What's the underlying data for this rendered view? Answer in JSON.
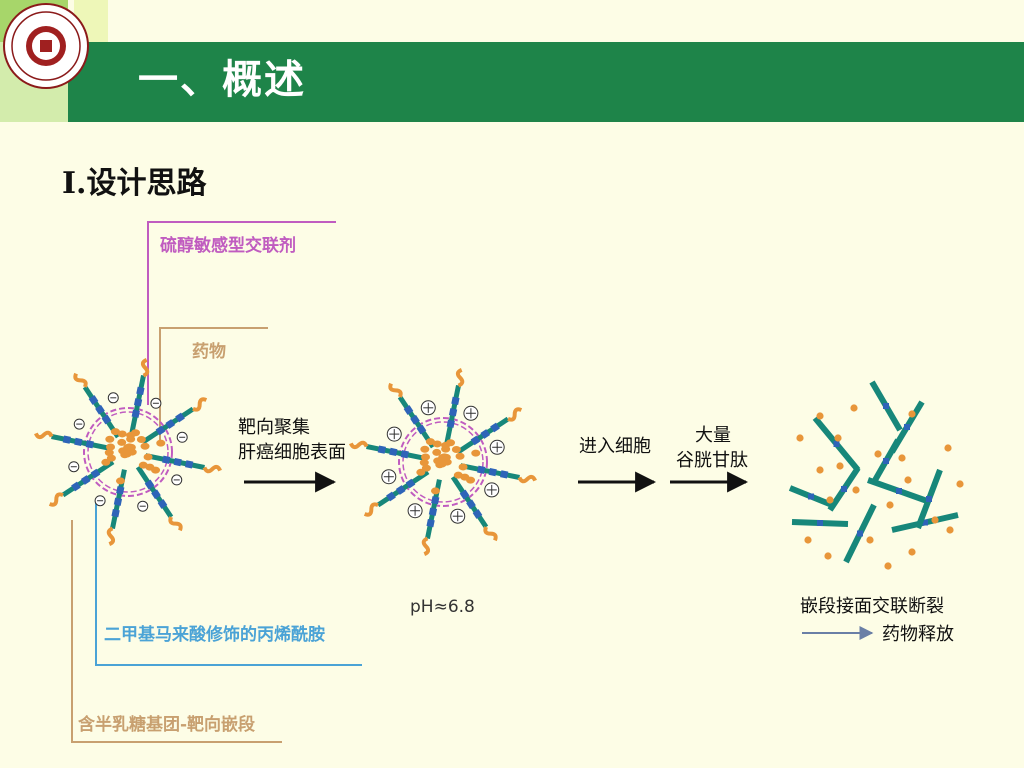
{
  "header": {
    "title": "一、概述"
  },
  "section": {
    "heading": "Ⅰ.设计思路"
  },
  "labels": {
    "crosslinker": "硫醇敏感型交联剂",
    "drug": "药物",
    "dmma": "二甲基马来酸修饰的丙烯酰胺",
    "galactose": "含半乳糖基团-靶向嵌段",
    "step1_line1": "靶向聚集",
    "step1_line2": "肝癌细胞表面",
    "ph": "pH≈6.8",
    "step2": "进入细胞",
    "step3_line1": "大量",
    "step3_line2": "谷胱甘肽",
    "release_line1": "嵌段接面交联断裂",
    "release_line2": "药物释放"
  },
  "colors": {
    "header": "#1e8449",
    "crosslinker_line": "#c05cc0",
    "drug_line": "#c8a070",
    "dmma_line": "#4ba3d6",
    "galactose_line": "#c8a070",
    "arm": "#17877a",
    "particle": "#e8963a",
    "block": "#2e64b8"
  },
  "icons": [
    "university-seal-icon",
    "arrow-right-icon",
    "negative-charge-icon",
    "positive-charge-icon"
  ]
}
